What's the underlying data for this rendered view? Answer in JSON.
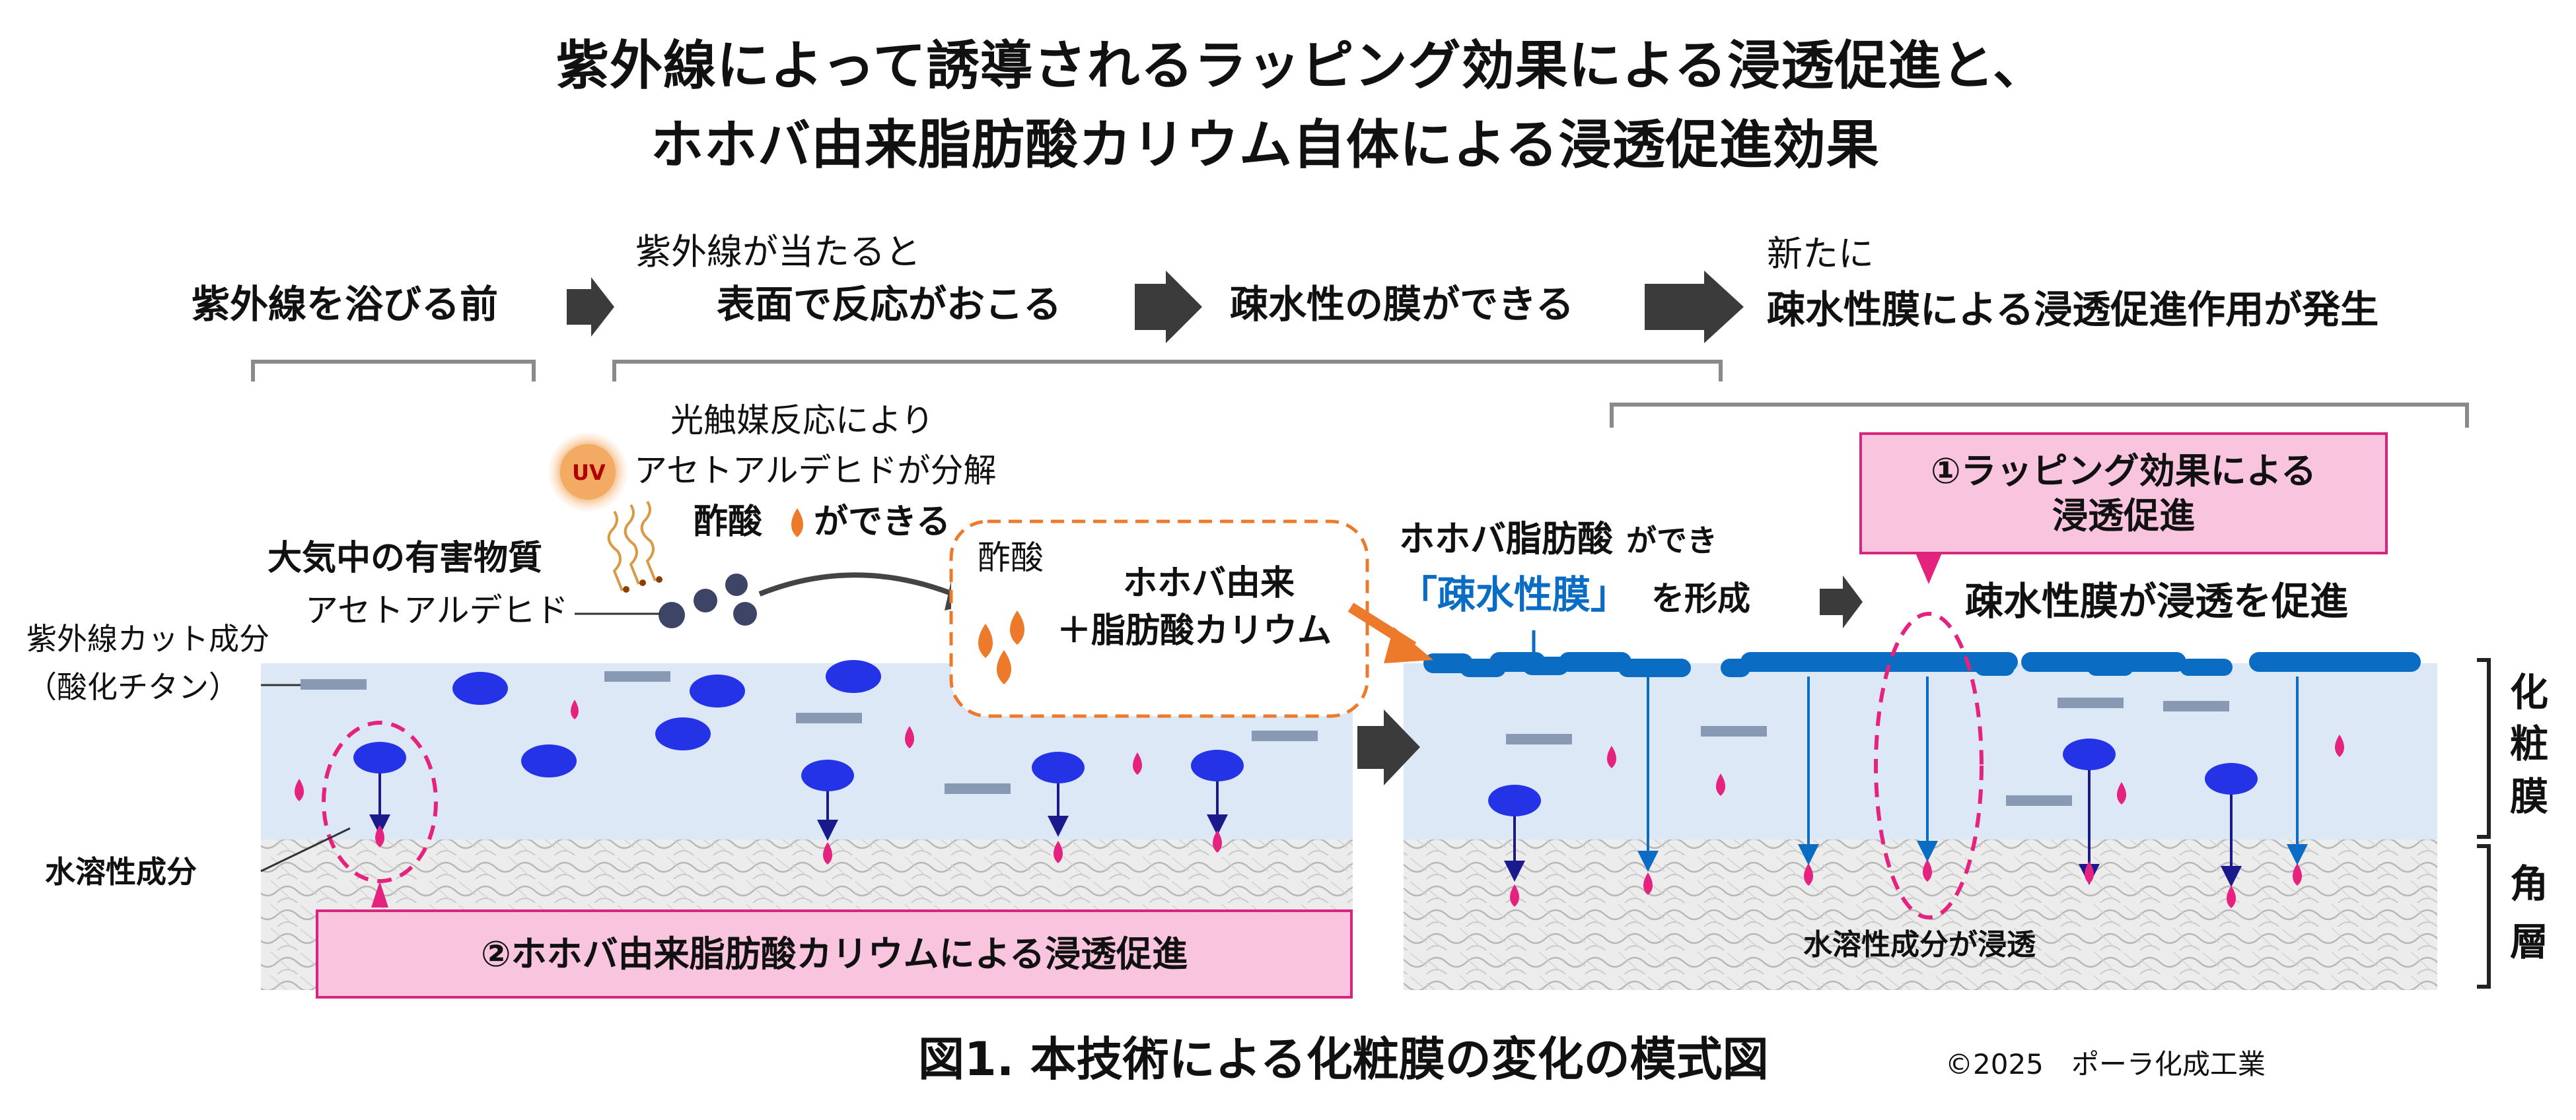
{
  "title": {
    "line1": "紫外線によって誘導されるラッピング効果による浸透促進と、",
    "line2": "ホホバ由来脂肪酸カリウム自体による浸透促進効果"
  },
  "steps": {
    "step1": "紫外線を浴びる前",
    "step2_sub": "紫外線が当たると",
    "step2": "表面で反応がおこる",
    "step3": "疎水性の膜ができる",
    "step4_sub": "新たに",
    "step4": "疎水性膜による浸透促進作用が発生"
  },
  "labels": {
    "photocatalyst_1": "光触媒反応により",
    "photocatalyst_2": "アセトアルデヒドが分解",
    "acetic_acid_a": "酢酸",
    "acetic_acid_b": "ができる",
    "uv": "UV",
    "harmful": "大気中の有害物質",
    "acetaldehyde": "アセトアルデヒド",
    "uv_cut_1": "紫外線カット成分",
    "uv_cut_2": "（酸化チタン）",
    "water_soluble": "水溶性成分",
    "acetic_box": "酢酸",
    "jojoba_1": "ホホバ由来",
    "jojoba_2": "＋脂肪酸カリウム",
    "fatty_formed_a": "ホホバ脂肪酸",
    "fatty_formed_b": "ができ",
    "hydrophobic_quote": "「疎水性膜」",
    "form": "を形成",
    "promote": "疎水性膜が浸透を促進",
    "permeate": "水溶性成分が浸透"
  },
  "callouts": {
    "wrapping_1": "①ラッピング効果による",
    "wrapping_2": "浸透促進",
    "jojoba": "②ホホバ由来脂肪酸カリウムによる浸透促進"
  },
  "side": {
    "makeup": [
      "化",
      "粧",
      "膜"
    ],
    "stratum": [
      "角",
      "層"
    ]
  },
  "caption": "図1. 本技術による化粧膜の変化の模式図",
  "copyright": "©2025　ポーラ化成工業",
  "colors": {
    "film": "#dce8f5",
    "blue_oval": "#2433e6",
    "pink": "#e5237f",
    "membrane": "#0b6cc4",
    "orange": "#ec7a2a",
    "arrow": "#3b3b3b",
    "tio2": "#8799b3"
  }
}
